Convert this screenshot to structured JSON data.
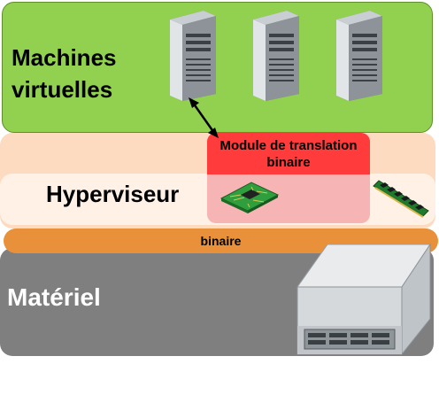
{
  "layers": {
    "vm": {
      "label_line1": "Machines",
      "label_line2": "virtuelles"
    },
    "hypervisor": {
      "label": "Hyperviseur"
    },
    "module": {
      "label_line1": "Module de translation",
      "label_line2": "binaire"
    },
    "binary_band": {
      "label": "binaire"
    },
    "hardware": {
      "label": "Matériel"
    }
  },
  "icons": {
    "servers": [
      "server-tower-icon",
      "server-tower-icon",
      "server-tower-icon"
    ],
    "cpu": "cpu-chip-icon",
    "ram": "ram-module-icon",
    "hardware_server": "rack-server-icon",
    "connector": "double-arrow-icon"
  },
  "colors": {
    "vm_green": "#92d050",
    "hypervisor_peach": "#fbd5b5",
    "module_red": "#ff3b3b",
    "module_pink": "#f6b4b4",
    "binary_orange": "#e8913a",
    "hardware_gray": "#7f7f7f"
  }
}
